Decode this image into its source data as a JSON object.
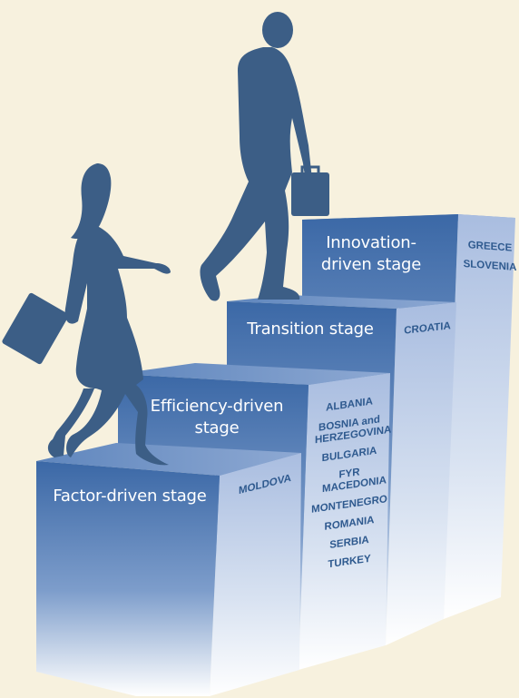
{
  "stages": [
    {
      "label": "Factor-driven stage",
      "countries": [
        "MOLDOVA"
      ]
    },
    {
      "label": "Efficiency-driven stage",
      "countries": [
        "ALBANIA",
        "BOSNIA and HERZEGOVINA",
        "BULGARIA",
        "FYR MACEDONIA",
        "MONTENEGRO",
        "ROMANIA",
        "SERBIA",
        "TURKEY"
      ]
    },
    {
      "label": "Transition stage",
      "countries": [
        "CROATIA"
      ]
    },
    {
      "label": "Innovation-driven stage",
      "countries": [
        "GREECE",
        "SLOVENIA"
      ]
    }
  ],
  "colors": {
    "background": "#f7f1de",
    "front_top": "#3d6aa8",
    "front_bottom": "#ffffff",
    "side_top": "#b7c7e3",
    "label_text": "#2f5a8f",
    "silhouette": "#3c5e86"
  }
}
